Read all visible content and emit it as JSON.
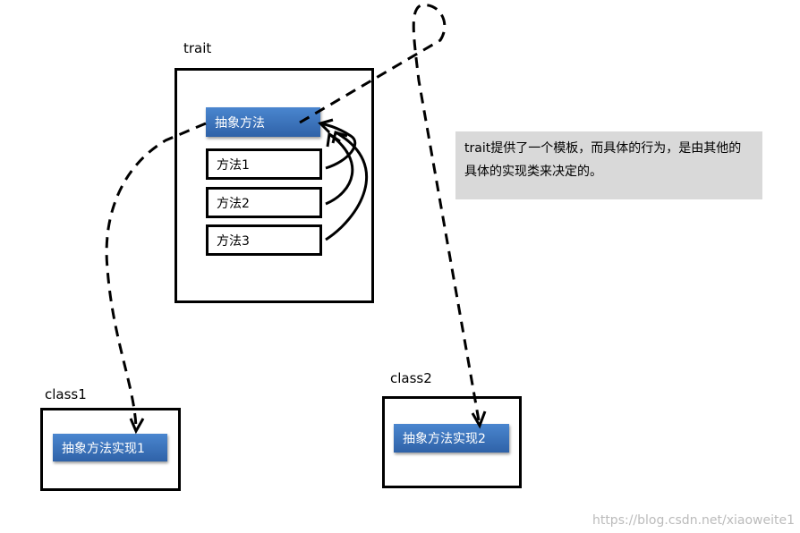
{
  "trait": {
    "label": "trait",
    "abstract_method": "抽象方法",
    "methods": [
      "方法1",
      "方法2",
      "方法3"
    ]
  },
  "note": {
    "text": "trait提供了一个模板，而具体的行为，是由其他的具体的实现类来决定的。"
  },
  "class1": {
    "label": "class1",
    "impl": "抽象方法实现1"
  },
  "class2": {
    "label": "class2",
    "impl": "抽象方法实现2"
  },
  "watermark": "https://blog.csdn.net/xiaoweite1"
}
